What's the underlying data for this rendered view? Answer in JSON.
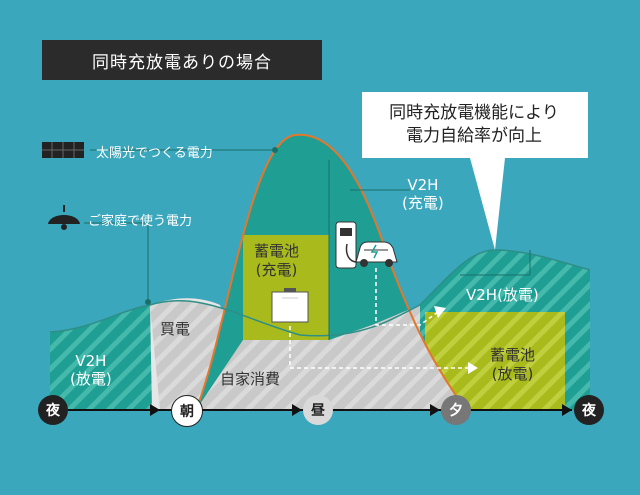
{
  "title": "同時充放電ありの場合",
  "callout": {
    "line1": "同時充放電機能により",
    "line2": "電力自給率が向上"
  },
  "legend": {
    "solar": {
      "icon": "solar-panel-icon",
      "label": "太陽光でつくる電力"
    },
    "home": {
      "icon": "ceiling-lamp-icon",
      "label": "ご家庭で使う電力"
    }
  },
  "areas": {
    "v2h_discharge_left": {
      "line1": "V2H",
      "line2": "(放電)"
    },
    "buy_power": "買電",
    "self_consumption": "自家消費",
    "battery_charge": {
      "line1": "蓄電池",
      "line2": "(充電)"
    },
    "v2h_charge": {
      "line1": "V2H",
      "line2": "(充電)"
    },
    "v2h_discharge_right": "V2H(放電)",
    "battery_discharge": {
      "line1": "蓄電池",
      "line2": "(放電)"
    }
  },
  "timeline": [
    "夜",
    "朝",
    "昼",
    "夕",
    "夜"
  ],
  "colors": {
    "background": "#3aa7bd",
    "teal": "#1f9e93",
    "olive": "#a9bb1c",
    "gray": "#d2d2d2",
    "orange_line": "#e2772d"
  }
}
